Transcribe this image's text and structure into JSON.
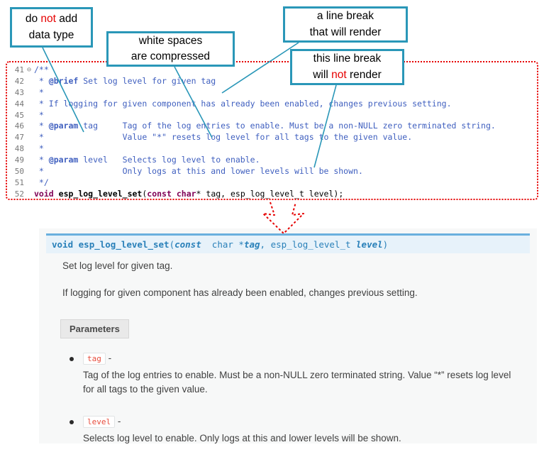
{
  "colors": {
    "callout_border": "#2a97b8",
    "highlight_red": "#e60000",
    "comment_blue": "#3F5FBF",
    "keyword_purple": "#7F0055",
    "sig_background": "#e7f2fa",
    "sig_border": "#6ab0de",
    "sig_text": "#2980b9",
    "param_chip_red": "#e74c3c",
    "body_text": "#404040"
  },
  "callouts": {
    "c1": {
      "pre": "do ",
      "red": "not",
      "post": " add",
      "line2": "data type"
    },
    "c2": {
      "line1": "white spaces",
      "line2": "are  compressed"
    },
    "c3": {
      "line1": "a line break",
      "line2": "that will render"
    },
    "c4": {
      "line1": "this line break",
      "pre": "will ",
      "red": "not",
      "post": " render"
    }
  },
  "editor": {
    "lines": [
      {
        "num": "41",
        "fold": "⊖",
        "segs": [
          [
            "/**",
            "cmt"
          ]
        ]
      },
      {
        "num": "42",
        "fold": "",
        "segs": [
          [
            " * ",
            "cmt"
          ],
          [
            "@brief",
            "tagc"
          ],
          [
            " Set log level for given tag",
            "cmt"
          ]
        ]
      },
      {
        "num": "43",
        "fold": "",
        "segs": [
          [
            " *",
            "cmt"
          ]
        ]
      },
      {
        "num": "44",
        "fold": "",
        "segs": [
          [
            " * If logging for given component has already been enabled, changes previous setting.",
            "cmt"
          ]
        ]
      },
      {
        "num": "45",
        "fold": "",
        "segs": [
          [
            " *",
            "cmt"
          ]
        ]
      },
      {
        "num": "46",
        "fold": "",
        "segs": [
          [
            " * ",
            "cmt"
          ],
          [
            "@param",
            "tagc"
          ],
          [
            " tag     Tag of the log entries to enable. Must be a non-NULL zero terminated string.",
            "cmt"
          ]
        ]
      },
      {
        "num": "47",
        "fold": "",
        "segs": [
          [
            " *                Value \"*\" resets log level for all tags to the given value.",
            "cmt"
          ]
        ]
      },
      {
        "num": "48",
        "fold": "",
        "segs": [
          [
            " *",
            "cmt"
          ]
        ]
      },
      {
        "num": "49",
        "fold": "",
        "segs": [
          [
            " * ",
            "cmt"
          ],
          [
            "@param",
            "tagc"
          ],
          [
            " level   Selects log level to enable.",
            "cmt"
          ]
        ]
      },
      {
        "num": "50",
        "fold": "",
        "segs": [
          [
            " *                Only logs at this and lower levels will be shown.",
            "cmt"
          ]
        ]
      },
      {
        "num": "51",
        "fold": "",
        "segs": [
          [
            " */",
            "cmt"
          ]
        ]
      },
      {
        "num": "52",
        "fold": "",
        "segs": [
          [
            "void",
            "kw"
          ],
          [
            " ",
            "pl"
          ],
          [
            "esp_log_level_set",
            "fn"
          ],
          [
            "(",
            "pl"
          ],
          [
            "const",
            "kw"
          ],
          [
            " ",
            "pl"
          ],
          [
            "char",
            "kw"
          ],
          [
            "* tag, esp_log_level_t level);",
            "pl"
          ]
        ]
      }
    ]
  },
  "doc": {
    "signature": [
      [
        "void ",
        "b"
      ],
      [
        "esp_log_level_set",
        "b"
      ],
      [
        "(",
        "n"
      ],
      [
        "const",
        "bi"
      ],
      [
        "  char *",
        "n"
      ],
      [
        "tag",
        "bi"
      ],
      [
        ", ",
        "n"
      ],
      [
        "esp_log_level_t ",
        "n"
      ],
      [
        "level",
        "bi"
      ],
      [
        ")",
        "n"
      ]
    ],
    "p1": "Set log level for given tag.",
    "p2": "If logging for given component has already been enabled, changes previous setting.",
    "params_label": "Parameters",
    "items": [
      {
        "name": "tag",
        "dash": "-",
        "desc": "Tag of the log entries to enable. Must be a non-NULL zero terminated string. Value “*” resets log level for all tags to the given value."
      },
      {
        "name": "level",
        "dash": "-",
        "desc": "Selects log level to enable. Only logs at this and lower levels will be shown."
      }
    ]
  }
}
